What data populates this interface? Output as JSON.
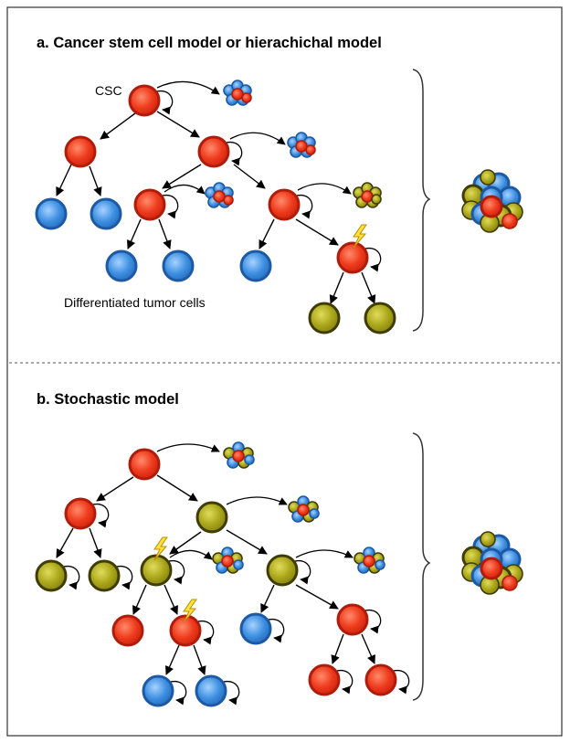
{
  "panel_a": {
    "title": "a. Cancer stem cell model or hierachichal model",
    "csc_label": "CSC",
    "differentiated_label": "Differentiated tumor cells"
  },
  "panel_b": {
    "title": "b. Stochastic model"
  },
  "colors": {
    "csc_red": "#e8301c",
    "differentiated_blue": "#3a8ee0",
    "differentiated_olive": "#a9a617",
    "mutation_bolt": "#ffe23a",
    "arrow": "#000000",
    "frame": "#333333"
  },
  "icons": [
    "lightning-bolt-icon",
    "self-renewal-arrow-icon",
    "division-arrow-icon",
    "tumor-cluster-icon",
    "bracket-icon"
  ]
}
